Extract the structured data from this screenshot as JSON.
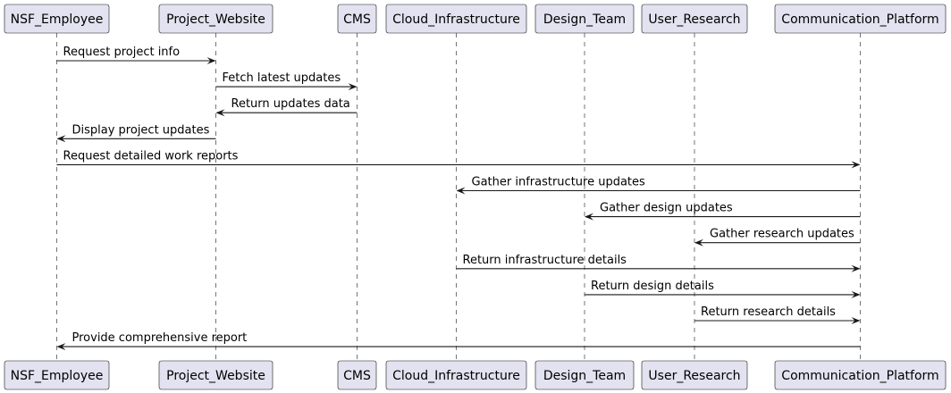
{
  "participants": [
    {
      "id": "nsf_employee",
      "label": "NSF_Employee"
    },
    {
      "id": "project_website",
      "label": "Project_Website"
    },
    {
      "id": "cms",
      "label": "CMS"
    },
    {
      "id": "cloud_infrastructure",
      "label": "Cloud_Infrastructure"
    },
    {
      "id": "design_team",
      "label": "Design_Team"
    },
    {
      "id": "user_research",
      "label": "User_Research"
    },
    {
      "id": "communication_platform",
      "label": "Communication_Platform"
    }
  ],
  "messages": [
    {
      "from": "nsf_employee",
      "to": "project_website",
      "label": "Request project info"
    },
    {
      "from": "project_website",
      "to": "cms",
      "label": "Fetch latest updates"
    },
    {
      "from": "cms",
      "to": "project_website",
      "label": "Return updates data"
    },
    {
      "from": "project_website",
      "to": "nsf_employee",
      "label": "Display project updates"
    },
    {
      "from": "nsf_employee",
      "to": "communication_platform",
      "label": "Request detailed work reports"
    },
    {
      "from": "communication_platform",
      "to": "cloud_infrastructure",
      "label": "Gather infrastructure updates"
    },
    {
      "from": "communication_platform",
      "to": "design_team",
      "label": "Gather design updates"
    },
    {
      "from": "communication_platform",
      "to": "user_research",
      "label": "Gather research updates"
    },
    {
      "from": "cloud_infrastructure",
      "to": "communication_platform",
      "label": "Return infrastructure details"
    },
    {
      "from": "design_team",
      "to": "communication_platform",
      "label": "Return design details"
    },
    {
      "from": "user_research",
      "to": "communication_platform",
      "label": "Return research details"
    },
    {
      "from": "communication_platform",
      "to": "nsf_employee",
      "label": "Provide comprehensive report"
    }
  ],
  "colors": {
    "participant_fill": "#E2E2F0",
    "line": "#181818",
    "text": "#000000"
  }
}
